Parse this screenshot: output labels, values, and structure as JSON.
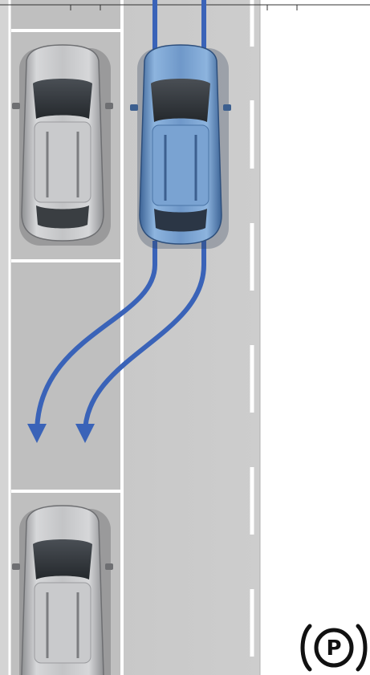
{
  "diagram": {
    "type": "parallel-parking-illustration",
    "vehicles": [
      {
        "role": "parked-car-front",
        "color": "silver"
      },
      {
        "role": "moving-car",
        "color": "blue"
      },
      {
        "role": "parked-car-rear",
        "color": "silver"
      }
    ],
    "path_arrows": [
      {
        "name": "left-wheel-path",
        "direction": "down-left"
      },
      {
        "name": "right-wheel-path",
        "direction": "down-left"
      }
    ],
    "colors": {
      "road": "#c9c9c9",
      "parking_bay": "#bdbdbd",
      "lane_marking": "#ffffff",
      "path_arrow": "#3b63b8",
      "moving_car": "#5f8fc6",
      "parked_car": "#b8b9bb"
    }
  },
  "brake_icon": {
    "label": "P",
    "icon": "parking-brake-icon"
  }
}
